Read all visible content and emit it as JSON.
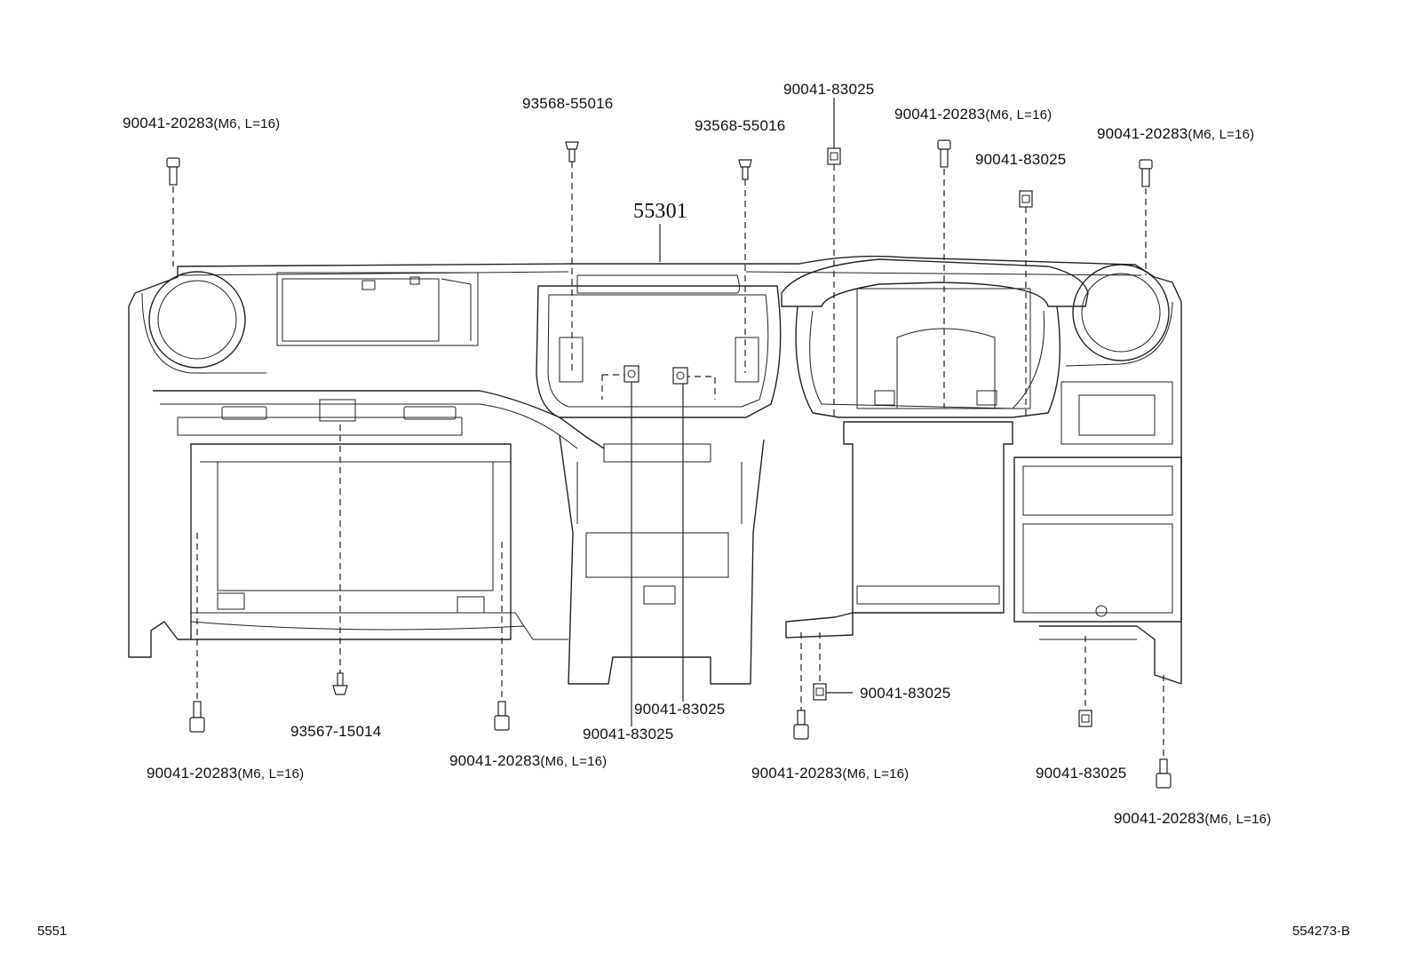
{
  "diagram": {
    "main_part": "55301",
    "labels": {
      "bolt_tl": "90041-20283",
      "bolt_tl_spec": "(M6, L=16)",
      "clip_tc1": "93568-55016",
      "clip_tc2": "93568-55016",
      "nut_top": "90041-83025",
      "bolt_tcr": "90041-20283",
      "bolt_tcr_spec": "(M6, L=16)",
      "nut_tr": "90041-83025",
      "bolt_tr": "90041-20283",
      "bolt_tr_spec": "(M6, L=16)",
      "bolt_bl": "90041-20283",
      "bolt_bl_spec": "(M6, L=16)",
      "clip_bl": "93567-15014",
      "bolt_blc": "90041-20283",
      "bolt_blc_spec": "(M6, L=16)",
      "nut_bc1": "90041-83025",
      "nut_bc2": "90041-83025",
      "nut_bcr": "90041-83025",
      "bolt_bcr": "90041-20283",
      "bolt_bcr_spec": "(M6, L=16)",
      "nut_br": "90041-83025",
      "bolt_br": "90041-20283",
      "bolt_br_spec": "(M6, L=16)"
    },
    "footer_left": "5551",
    "footer_right": "554273-B"
  }
}
